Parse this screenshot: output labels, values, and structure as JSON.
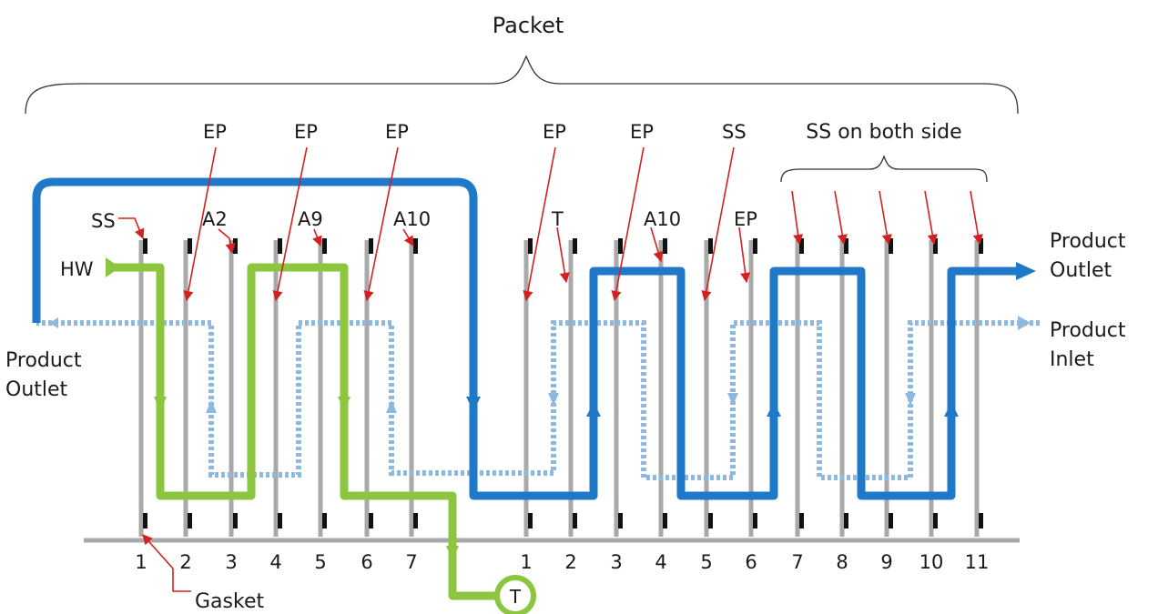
{
  "title": "Packet",
  "group_label": "SS on both side",
  "colors": {
    "plate": "#a9a9a9",
    "gasket": "#111111",
    "pointer": "#d42020",
    "hot_water": "#8cc63f",
    "product": "#1f78c8",
    "product_inlet": "#8fb8e0"
  },
  "flows": {
    "hot_water_in": "HW",
    "product_outlet_left_1": "Product",
    "product_outlet_left_2": "Outlet",
    "product_outlet_right_1": "Product",
    "product_outlet_right_2": "Outlet",
    "product_inlet_1": "Product",
    "product_inlet_2": "Inlet",
    "thermometer": "T"
  },
  "callouts": {
    "gasket": "Gasket",
    "ss_plate1": "SS",
    "a2": "A2",
    "a9": "A9",
    "a10_left": "A10",
    "t_plate": "T",
    "a10_right": "A10",
    "ep_plate6": "EP"
  },
  "material_labels": [
    "EP",
    "EP",
    "EP",
    "EP",
    "EP",
    "SS"
  ],
  "plate_numbers_left": [
    "1",
    "2",
    "3",
    "4",
    "5",
    "6",
    "7"
  ],
  "plate_numbers_right": [
    "1",
    "2",
    "3",
    "4",
    "5",
    "6",
    "7",
    "8",
    "9",
    "10",
    "11"
  ]
}
